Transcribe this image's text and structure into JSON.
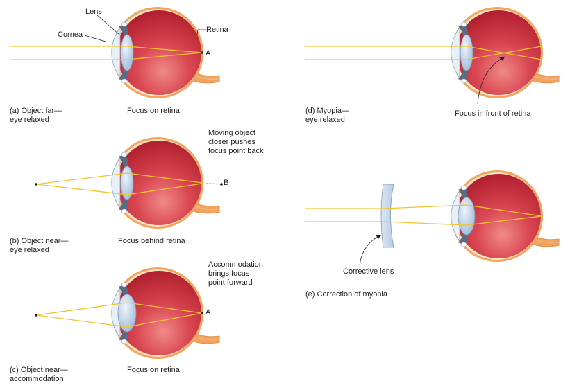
{
  "colors": {
    "sclera": "#f3a35c",
    "vitreous": "#cf3d4b",
    "vitreous_dark": "#a81e33",
    "ray": "#f1c32f",
    "lens": "#c9dcef",
    "iris": "#5b6b82",
    "nerve": "#f3a35c"
  },
  "panel_a": {
    "caption": "(a) Object far—\neye relaxed",
    "focus": "Focus on retina",
    "point": "A",
    "lens_label": "Lens",
    "cornea_label": "Cornea",
    "retina_label": "Retina"
  },
  "panel_b": {
    "caption": "(b) Object near—\neye relaxed",
    "focus": "Focus behind retina",
    "point": "B",
    "note": "Moving object\ncloser pushes\nfocus point back"
  },
  "panel_c": {
    "caption": "(c) Object near—\naccommodation",
    "focus": "Focus on retina",
    "point": "A",
    "note": "Accommodation\nbrings focus\npoint forward"
  },
  "panel_d": {
    "caption": "(d) Myopia—\neye relaxed",
    "focus": "Focus in front of retina"
  },
  "panel_e": {
    "caption": "(e) Correction of myopia",
    "lens_label": "Corrective lens"
  }
}
